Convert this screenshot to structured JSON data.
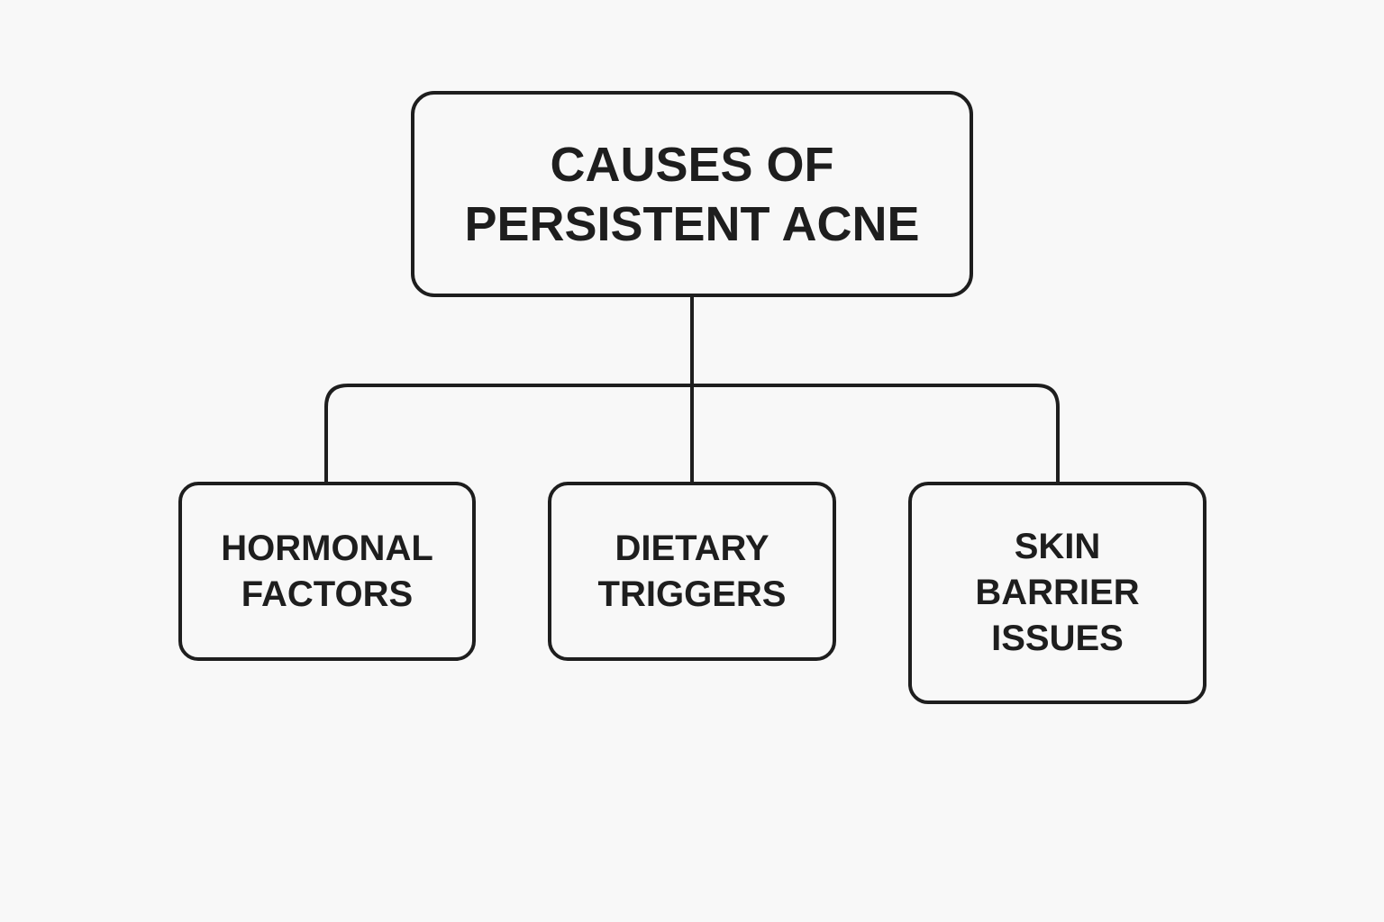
{
  "diagram": {
    "root": {
      "lines": [
        "CAUSES OF",
        "PERSISTENT ACNE"
      ]
    },
    "children": [
      {
        "lines": [
          "HORMONAL",
          "FACTORS"
        ]
      },
      {
        "lines": [
          "DIETARY",
          "TRIGGERS"
        ]
      },
      {
        "lines": [
          "SKIN",
          "BARRIER",
          "ISSUES"
        ]
      }
    ],
    "colors": {
      "stroke": "#1e1e1e",
      "background": "#f8f8f8",
      "text": "#1e1e1e"
    }
  }
}
